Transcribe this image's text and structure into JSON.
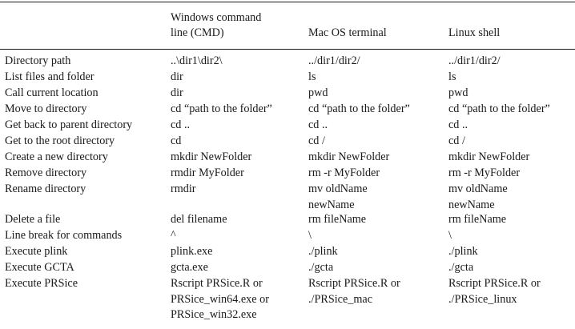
{
  "table": {
    "headers": [
      "",
      "Windows command\nline (CMD)",
      "Mac OS terminal",
      "Linux shell"
    ],
    "rows": [
      {
        "label": "Directory path",
        "cmd": "..\\dir1\\dir2\\",
        "mac": "../dir1/dir2/",
        "linux": "../dir1/dir2/"
      },
      {
        "label": "List files and folder",
        "cmd": "dir",
        "mac": "ls",
        "linux": "ls"
      },
      {
        "label": "Call current location",
        "cmd": "dir",
        "mac": "pwd",
        "linux": "pwd"
      },
      {
        "label": "Move to directory",
        "cmd": "cd “path to the folder”",
        "mac": "cd “path to the folder”",
        "linux": "cd “path to the folder”"
      },
      {
        "label": "Get back to parent directory",
        "cmd": "cd ..",
        "mac": "cd ..",
        "linux": "cd .."
      },
      {
        "label": "Get to the root directory",
        "cmd": "cd",
        "mac": "cd /",
        "linux": "cd /"
      },
      {
        "label": "Create a new directory",
        "cmd": "mkdir NewFolder",
        "mac": "mkdir NewFolder",
        "linux": "mkdir NewFolder"
      },
      {
        "label": "Remove directory",
        "cmd": "rmdir MyFolder",
        "mac": "rm -r MyFolder",
        "linux": "rm -r MyFolder"
      },
      {
        "label": "Rename directory",
        "cmd": "rmdir",
        "mac": "mv oldName\nnewName",
        "linux": "mv oldName\nnewName"
      },
      {
        "label": "Delete a file",
        "cmd": "del filename",
        "mac": "rm fileName",
        "linux": "rm fileName"
      },
      {
        "label": "Line break for commands",
        "cmd": "^",
        "mac": "\\",
        "linux": "\\"
      },
      {
        "label": "Execute plink",
        "cmd": "plink.exe",
        "mac": "./plink",
        "linux": "./plink"
      },
      {
        "label": "Execute GCTA",
        "cmd": "gcta.exe",
        "mac": "./gcta",
        "linux": "./gcta"
      },
      {
        "label": "Execute PRSice",
        "cmd": "Rscript PRSice.R or\nPRSice_win64.exe or\nPRSice_win32.exe",
        "mac": "Rscript PRSice.R or\n./PRSice_mac",
        "linux": "Rscript PRSice.R or\n./PRSice_linux"
      }
    ]
  }
}
